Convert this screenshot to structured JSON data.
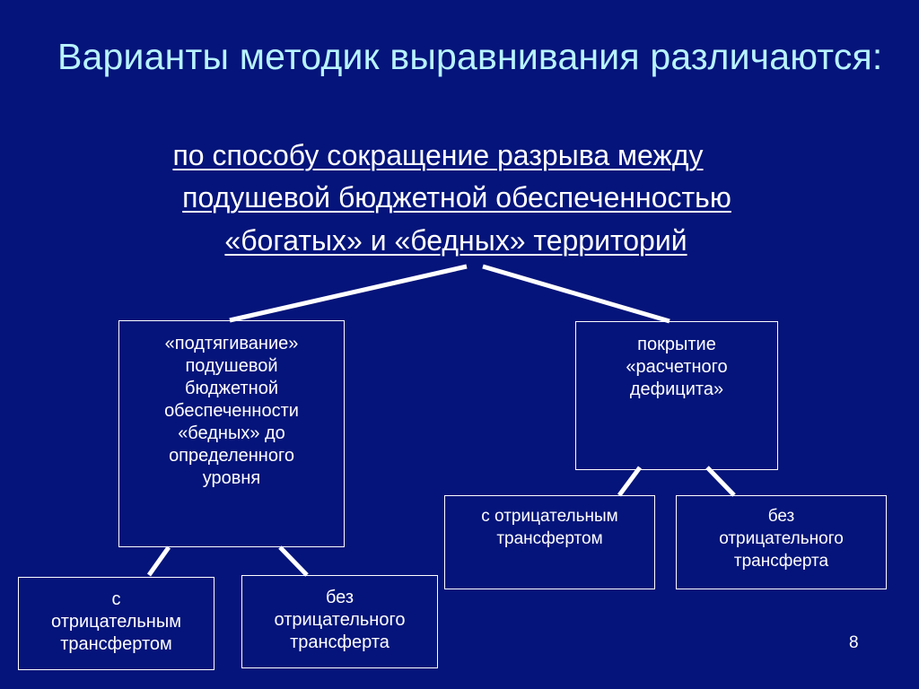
{
  "slide": {
    "title": "Варианты методик выравнивания различаются:",
    "criterion_line1": "по способу сокращение разрыва между",
    "criterion_line2": "подушевой бюджетной обеспеченностью",
    "criterion_line3": "«богатых» и «бедных» территорий",
    "left_branch": [
      "«подтягивание»",
      "подушевой",
      "бюджетной",
      "обеспеченности",
      "«бедных» до",
      "определенного",
      "уровня"
    ],
    "right_branch": [
      "покрытие",
      "«расчетного",
      "дефицита»"
    ],
    "left_sub_with": [
      "с",
      "отрицательным",
      "трансфертом"
    ],
    "left_sub_without": [
      "без",
      "отрицательного",
      "трансферта"
    ],
    "right_sub_with": [
      "с отрицательным",
      "трансфертом"
    ],
    "right_sub_without": [
      "без",
      "отрицательного",
      "трансферта"
    ],
    "page_number": "8"
  },
  "colors": {
    "background": "#05147a",
    "title": "#b8f3ff",
    "text": "#ffffff",
    "lines": "#ffffff"
  }
}
